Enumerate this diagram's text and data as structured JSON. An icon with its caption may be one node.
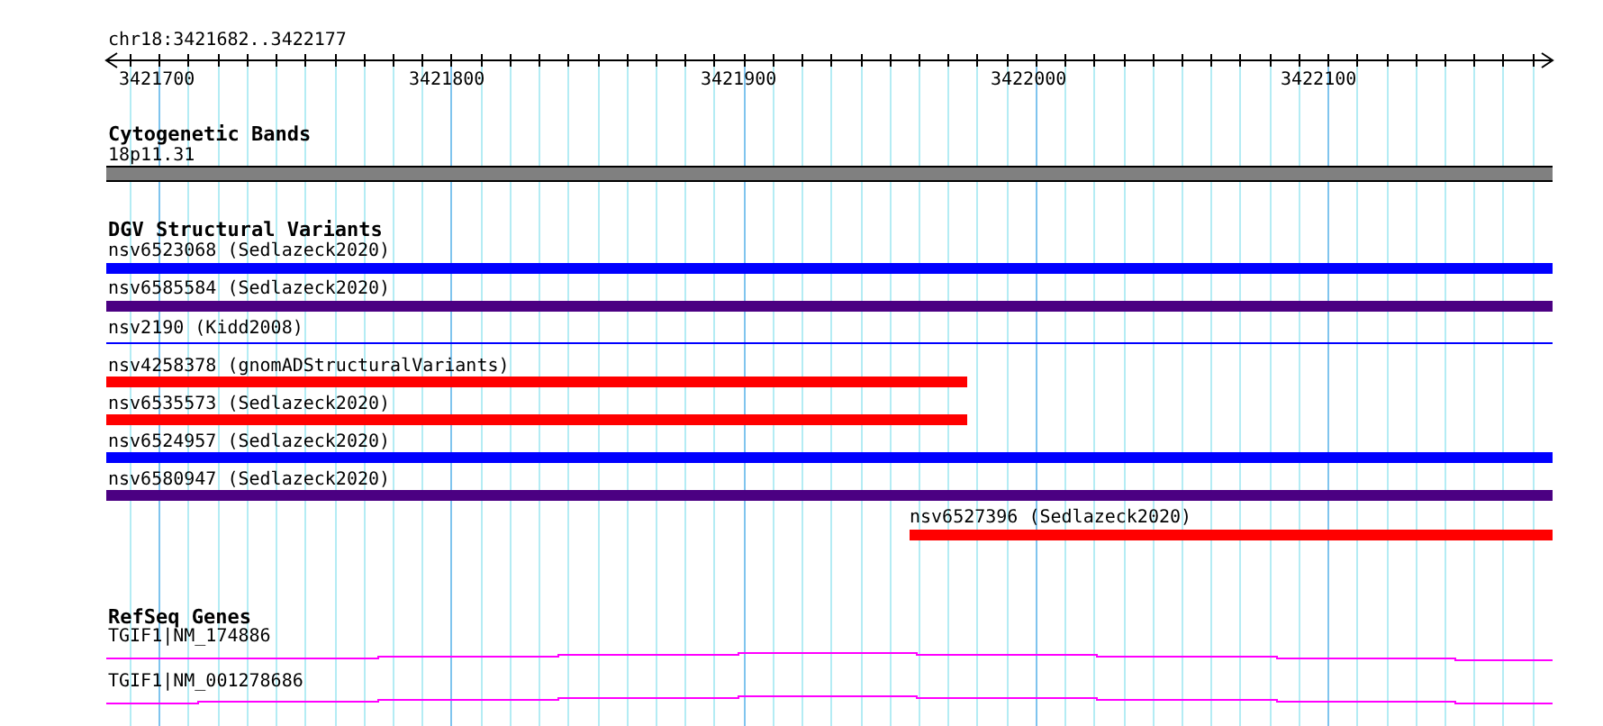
{
  "diagram": {
    "title": "chr18:3421682..3422177",
    "nodes": [
      {
        "text": [
          "18p11.31"
        ]
      },
      {
        "text": [
          "nsv6523068 (Sedlazeck2020)"
        ]
      },
      {
        "text": [
          "nsv6585584 (Sedlazeck2020)"
        ]
      },
      {
        "text": [
          "nsv2190 (Kidd2008)"
        ]
      },
      {
        "text": [
          "nsv4258378 (gnomADStructuralVariants)"
        ]
      },
      {
        "text": [
          "nsv6535573 (Sedlazeck2020)"
        ]
      },
      {
        "text": [
          "nsv6524957 (Sedlazeck2020)"
        ]
      },
      {
        "text": [
          "nsv6580947 (Sedlazeck2020)"
        ]
      },
      {
        "text": [
          "nsv6527396 (Sedlazeck2020)"
        ]
      },
      {
        "text": [
          "TGIF1|NM_174886"
        ]
      },
      {
        "text": [
          "TGIF1|NM_001278686"
        ]
      }
    ],
    "edges": [],
    "labels": [
      "3421700",
      "3421800",
      "3421900",
      "3422000",
      "3422100",
      "Cytogenetic Bands",
      "DGV Structural Variants",
      "RefSeq Genes"
    ]
  }
}
